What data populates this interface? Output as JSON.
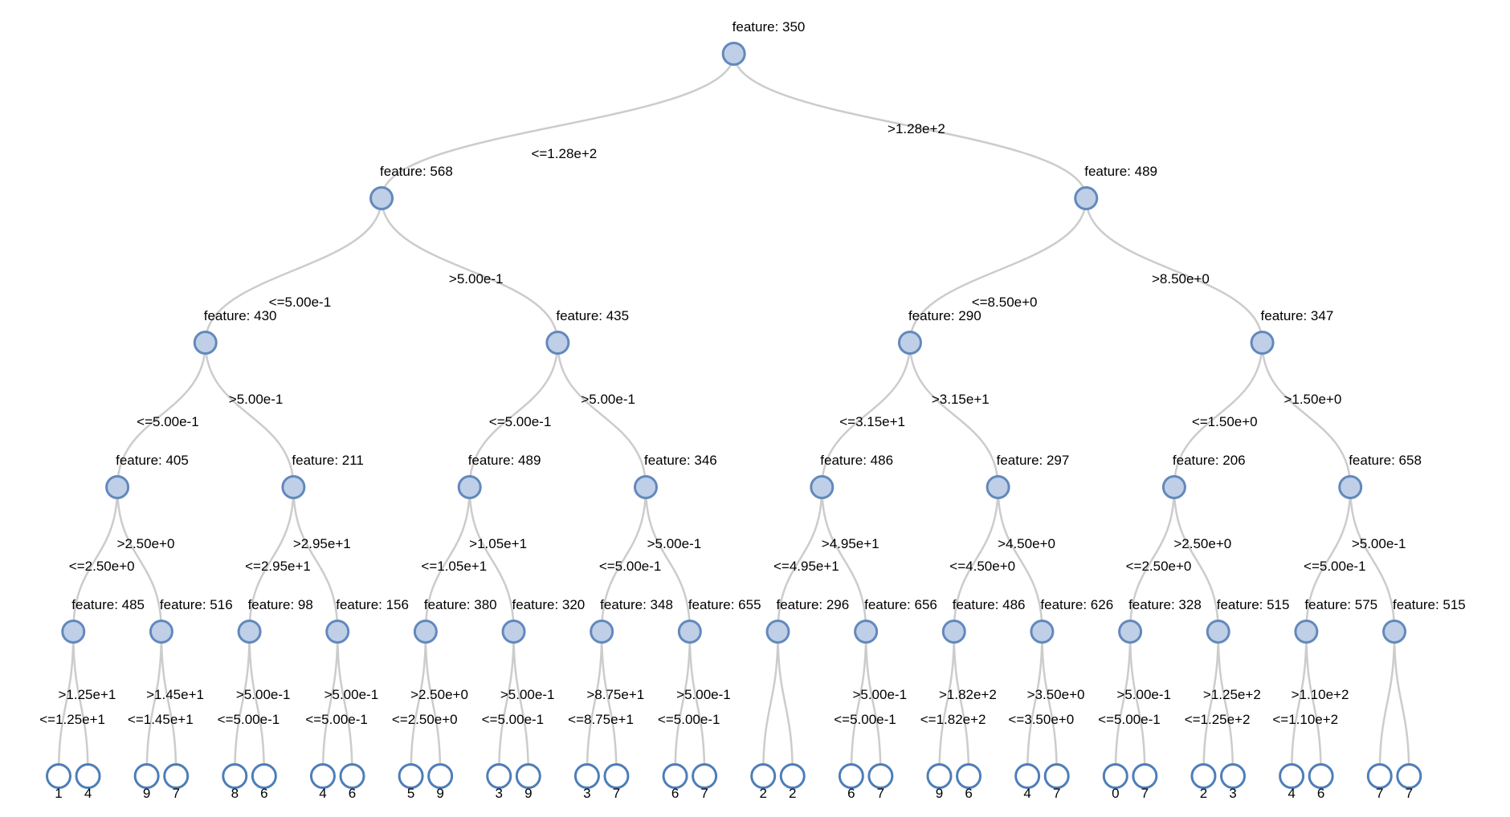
{
  "diagram_type": "decision-tree",
  "labels": {
    "feature_prefix": "feature: ",
    "le_prefix": "<=",
    "gt_prefix": ">"
  },
  "styles": {
    "node_fill": "#bfcfe7",
    "node_stroke": "#6289bb",
    "leaf_fill": "#ffffff",
    "leaf_stroke": "#4d7eb8",
    "link_color": "#cccccc",
    "text_color": "#000000"
  },
  "tree": {
    "feature": "350",
    "split": "1.28e+2",
    "left": {
      "feature": "568",
      "split": "5.00e-1",
      "left": {
        "feature": "430",
        "split": "5.00e-1",
        "left": {
          "feature": "405",
          "split": "2.50e+0",
          "left": {
            "feature": "485",
            "split": "1.25e+1",
            "left": {
              "value": "1"
            },
            "right": {
              "value": "4"
            }
          },
          "right": {
            "feature": "516",
            "split": "1.45e+1",
            "left": {
              "value": "9"
            },
            "right": {
              "value": "7"
            }
          }
        },
        "right": {
          "feature": "211",
          "split": "2.95e+1",
          "left": {
            "feature": "98",
            "split": "5.00e-1",
            "left": {
              "value": "8"
            },
            "right": {
              "value": "6"
            }
          },
          "right": {
            "feature": "156",
            "split": "5.00e-1",
            "left": {
              "value": "4"
            },
            "right": {
              "value": "6"
            }
          }
        }
      },
      "right": {
        "feature": "435",
        "split": "5.00e-1",
        "left": {
          "feature": "489",
          "split": "1.05e+1",
          "left": {
            "feature": "380",
            "split": "2.50e+0",
            "left": {
              "value": "5"
            },
            "right": {
              "value": "9"
            }
          },
          "right": {
            "feature": "320",
            "split": "5.00e-1",
            "left": {
              "value": "3"
            },
            "right": {
              "value": "9"
            }
          }
        },
        "right": {
          "feature": "346",
          "split": "5.00e-1",
          "left": {
            "feature": "348",
            "split": "8.75e+1",
            "left": {
              "value": "3"
            },
            "right": {
              "value": "7"
            }
          },
          "right": {
            "feature": "655",
            "split": "5.00e-1",
            "left": {
              "value": "6"
            },
            "right": {
              "value": "7"
            }
          }
        }
      }
    },
    "right": {
      "feature": "489",
      "split": "8.50e+0",
      "left": {
        "feature": "290",
        "split": "3.15e+1",
        "left": {
          "feature": "486",
          "split": "4.95e+1",
          "left": {
            "feature": "296",
            "split": null,
            "left": {
              "value": "2"
            },
            "right": {
              "value": "2"
            }
          },
          "right": {
            "feature": "656",
            "split": "5.00e-1",
            "left": {
              "value": "6"
            },
            "right": {
              "value": "7"
            }
          }
        },
        "right": {
          "feature": "297",
          "split": "4.50e+0",
          "left": {
            "feature": "486",
            "split": "1.82e+2",
            "left": {
              "value": "9"
            },
            "right": {
              "value": "6"
            }
          },
          "right": {
            "feature": "626",
            "split": "3.50e+0",
            "left": {
              "value": "4"
            },
            "right": {
              "value": "7"
            }
          }
        }
      },
      "right": {
        "feature": "347",
        "split": "1.50e+0",
        "left": {
          "feature": "206",
          "split": "2.50e+0",
          "left": {
            "feature": "328",
            "split": "5.00e-1",
            "left": {
              "value": "0"
            },
            "right": {
              "value": "7"
            }
          },
          "right": {
            "feature": "515",
            "split": "1.25e+2",
            "left": {
              "value": "2"
            },
            "right": {
              "value": "3"
            }
          }
        },
        "right": {
          "feature": "658",
          "split": "5.00e-1",
          "left": {
            "feature": "575",
            "split": "1.10e+2",
            "left": {
              "value": "4"
            },
            "right": {
              "value": "6"
            }
          },
          "right": {
            "feature": "515",
            "split": null,
            "left": {
              "value": "7"
            },
            "right": {
              "value": "7"
            }
          }
        }
      }
    }
  }
}
